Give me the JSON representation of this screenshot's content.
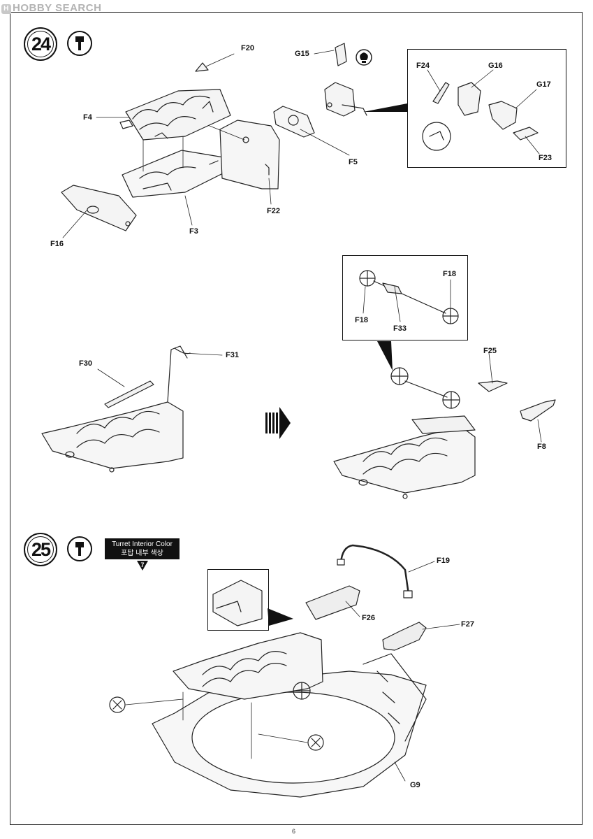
{
  "watermark": {
    "logo": "H",
    "text": "HOBBY SEARCH"
  },
  "steps": [
    {
      "number": "24"
    },
    {
      "number": "25"
    }
  ],
  "paint": {
    "line1": "Turret Interior Color",
    "line2": "포탑 내부 색상",
    "color_number": "7"
  },
  "labels": {
    "f20": "F20",
    "g15": "G15",
    "f24": "F24",
    "g16": "G16",
    "g17": "G17",
    "f4": "F4",
    "f5": "F5",
    "f23": "F23",
    "f22": "F22",
    "f3": "F3",
    "f16": "F16",
    "f18a": "F18",
    "f18b": "F18",
    "f33": "F33",
    "f30": "F30",
    "f31": "F31",
    "f25": "F25",
    "f8": "F8",
    "f19": "F19",
    "f26": "F26",
    "f27": "F27",
    "g9": "G9"
  },
  "page_number": "6"
}
